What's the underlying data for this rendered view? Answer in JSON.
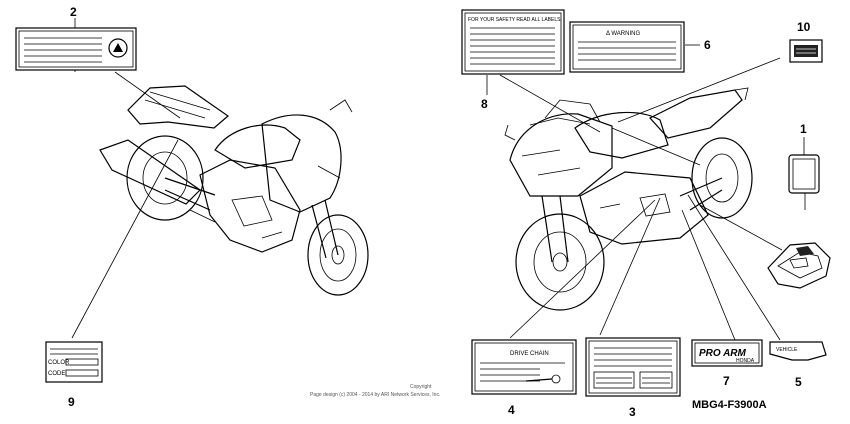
{
  "callouts": {
    "c1": "1",
    "c2": "2",
    "c3": "3",
    "c4": "4",
    "c5": "5",
    "c6": "6",
    "c7": "7",
    "c8": "8",
    "c9": "9",
    "c10": "10"
  },
  "labels": {
    "warning": "Δ WARNING",
    "drive_chain": "DRIVE CHAIN",
    "pro_arm": "PRO ARM",
    "honda": "HONDA",
    "vehicle_label_8_title": "FOR YOUR SAFETY READ ALL LABELS",
    "color_field": "COLOR",
    "code_field": "CODE",
    "label5_text": "VEHICLE"
  },
  "diagram_code": "MBG4-F3900A",
  "copyright": {
    "line1": "Copyright",
    "line2": "Page design (c) 2004 - 2014 by ARI Network Services, Inc."
  }
}
